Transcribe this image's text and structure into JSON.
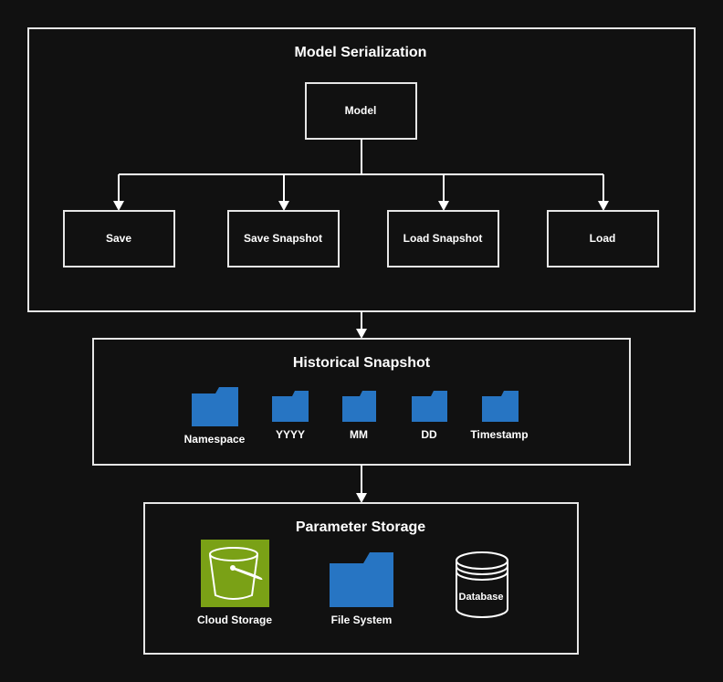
{
  "colors": {
    "background": "#111111",
    "stroke": "#e6e6e6",
    "folder": "#2775c3",
    "bucket_bg": "#7aa116"
  },
  "serialization": {
    "title": "Model Serialization",
    "model": "Model",
    "save": "Save",
    "save_snapshot": "Save Snapshot",
    "load_snapshot": "Load Snapshot",
    "load": "Load"
  },
  "snapshot": {
    "title": "Historical Snapshot",
    "folders": [
      {
        "label": "Namespace",
        "icon": "folder-icon"
      },
      {
        "label": "YYYY",
        "icon": "folder-icon"
      },
      {
        "label": "MM",
        "icon": "folder-icon"
      },
      {
        "label": "DD",
        "icon": "folder-icon"
      },
      {
        "label": "Timestamp",
        "icon": "folder-icon"
      }
    ]
  },
  "storage": {
    "title": "Parameter Storage",
    "cloud": {
      "label": "Cloud Storage",
      "icon": "bucket-icon"
    },
    "filesystem": {
      "label": "File System",
      "icon": "folder-icon"
    },
    "database": {
      "label": "Database",
      "icon": "database-icon"
    }
  }
}
